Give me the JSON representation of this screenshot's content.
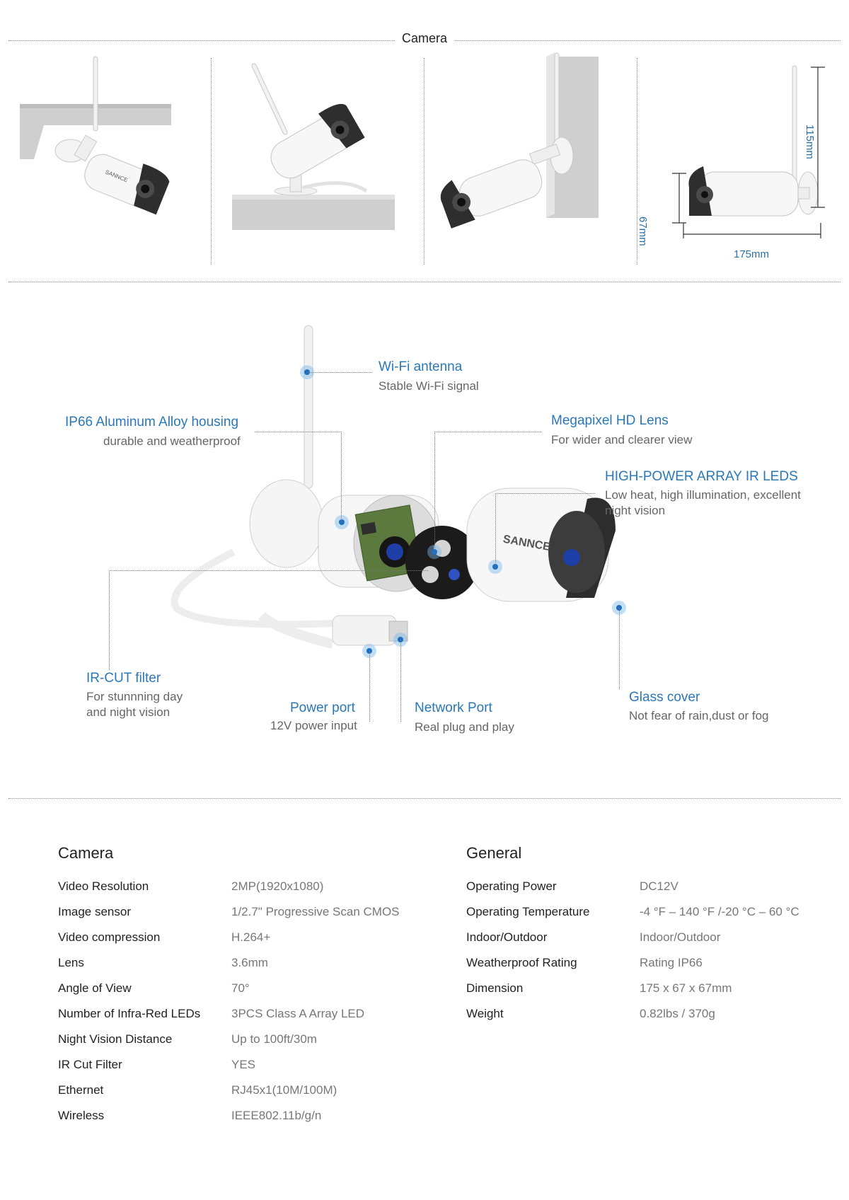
{
  "top": {
    "title": "Camera",
    "dimensions": {
      "height": "115mm",
      "diameter": "67mm",
      "length": "175mm"
    }
  },
  "callouts": {
    "wifi_antenna": {
      "title": "Wi-Fi antenna",
      "sub": "Stable Wi-Fi signal"
    },
    "housing": {
      "title": "IP66 Aluminum Alloy housing",
      "sub": "durable and weatherproof"
    },
    "lens": {
      "title": "Megapixel HD Lens",
      "sub": "For wider and clearer view"
    },
    "ir_leds": {
      "title": "HIGH-POWER ARRAY IR LEDS",
      "sub1": "Low heat, high illumination, excellent",
      "sub2": "night vision"
    },
    "ir_cut": {
      "title": "IR-CUT  filter",
      "sub1": "For stunnning day",
      "sub2": "and night vision"
    },
    "power": {
      "title": "Power port",
      "sub": "12V power input"
    },
    "network": {
      "title": "Network Port",
      "sub": "Real plug and play"
    },
    "glass": {
      "title": "Glass cover",
      "sub": "Not fear of rain,dust or fog"
    }
  },
  "brand_logo": "SANNCE",
  "specs": {
    "camera": {
      "heading": "Camera",
      "rows": [
        {
          "key": "Video Resolution",
          "value": "2MP(1920x1080)"
        },
        {
          "key": "Image sensor",
          "value": "1/2.7\" Progressive Scan CMOS"
        },
        {
          "key": "Video compression",
          "value": "H.264+"
        },
        {
          "key": "Lens",
          "value": "3.6mm"
        },
        {
          "key": "Angle of View",
          "value": "70°"
        },
        {
          "key": "Number of Infra-Red LEDs",
          "value": "3PCS Class A Array LED"
        },
        {
          "key": "Night Vision Distance",
          "value": " Up to 100ft/30m"
        },
        {
          "key": "IR Cut Filter",
          "value": "YES"
        },
        {
          "key": "Ethernet",
          "value": "RJ45x1(10M/100M)"
        },
        {
          "key": "Wireless",
          "value": "IEEE802.11b/g/n"
        }
      ]
    },
    "general": {
      "heading": "General",
      "rows": [
        {
          "key": "Operating Power",
          "value": "DC12V"
        },
        {
          "key": "Operating Temperature",
          "value": "-4 °F – 140 °F /-20 °C – 60 °C"
        },
        {
          "key": "Indoor/Outdoor",
          "value": "Indoor/Outdoor"
        },
        {
          "key": "Weatherproof Rating",
          "value": "Rating IP66"
        },
        {
          "key": "Dimension",
          "value": "175 x 67 x 67mm"
        },
        {
          "key": "Weight",
          "value": "0.82lbs / 370g"
        }
      ]
    }
  },
  "colors": {
    "accent": "#2a78b8",
    "text": "#222222",
    "muted": "#777777"
  }
}
